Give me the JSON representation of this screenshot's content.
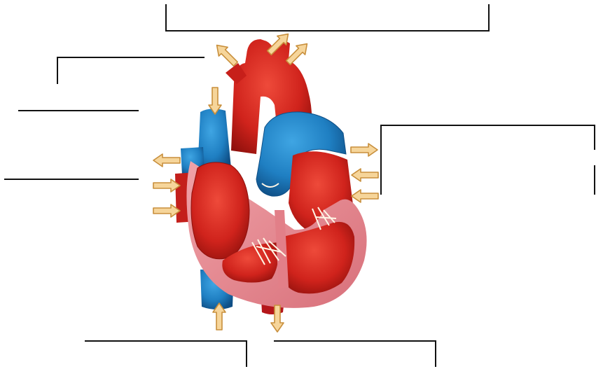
{
  "diagram": {
    "subject": "heart",
    "colors": {
      "oxygenated": "#d0231c",
      "oxygenated_dark": "#8e100c",
      "deoxygenated": "#1f7fc2",
      "deoxygenated_dark": "#0f4f86",
      "muscle_wall": "#e58a92",
      "arrow_fill": "#f6d59a",
      "arrow_stroke": "#c88f3c",
      "valve": "#fff6e6",
      "leader_line": "#111111"
    },
    "labels": [
      {
        "id": "label-top",
        "text": ""
      },
      {
        "id": "label-upper-left",
        "text": ""
      },
      {
        "id": "label-left-2",
        "text": ""
      },
      {
        "id": "label-left-3",
        "text": ""
      },
      {
        "id": "label-right",
        "text": ""
      },
      {
        "id": "label-bottom-left",
        "text": ""
      },
      {
        "id": "label-bottom-right",
        "text": ""
      }
    ],
    "arrow_icon": "flow-arrow-icon"
  }
}
